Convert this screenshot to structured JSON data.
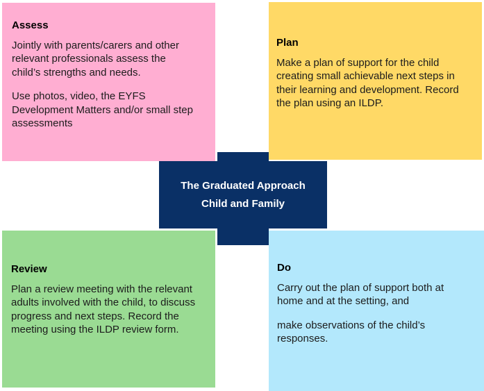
{
  "colors": {
    "background": "#ffffff",
    "assess_bg": "#ffaed2",
    "plan_bg": "#ffd966",
    "review_bg": "#9adb93",
    "do_bg": "#b3e8fc",
    "center_bg": "#0a3066",
    "center_text": "#ffffff",
    "heading_text": "#000000",
    "body_text": "#1c1c1c"
  },
  "center": {
    "line1": "The Graduated Approach",
    "line2": "Child and Family"
  },
  "quadrants": {
    "assess": {
      "heading": "Assess",
      "body": "Jointly with parents/carers and other\nrelevant professionals assess the\nchild’s strengths and needs.",
      "body2": "Use photos, video, the EYFS\nDevelopment Matters and/or small step\nassessments"
    },
    "plan": {
      "heading": "Plan",
      "body": "Make a plan of support for the child\ncreating small achievable next steps in\ntheir learning and development. Record\nthe plan using an ILDP."
    },
    "review": {
      "heading": "Review",
      "body": "Plan a review meeting with the relevant\nadults involved with the child, to discuss\nprogress and next steps. Record the\nmeeting using the ILDP review form."
    },
    "do": {
      "heading": "Do",
      "body": "Carry out the plan of support both at\nhome and at the setting, and",
      "body2": "make observations of the child’s\nresponses."
    }
  }
}
